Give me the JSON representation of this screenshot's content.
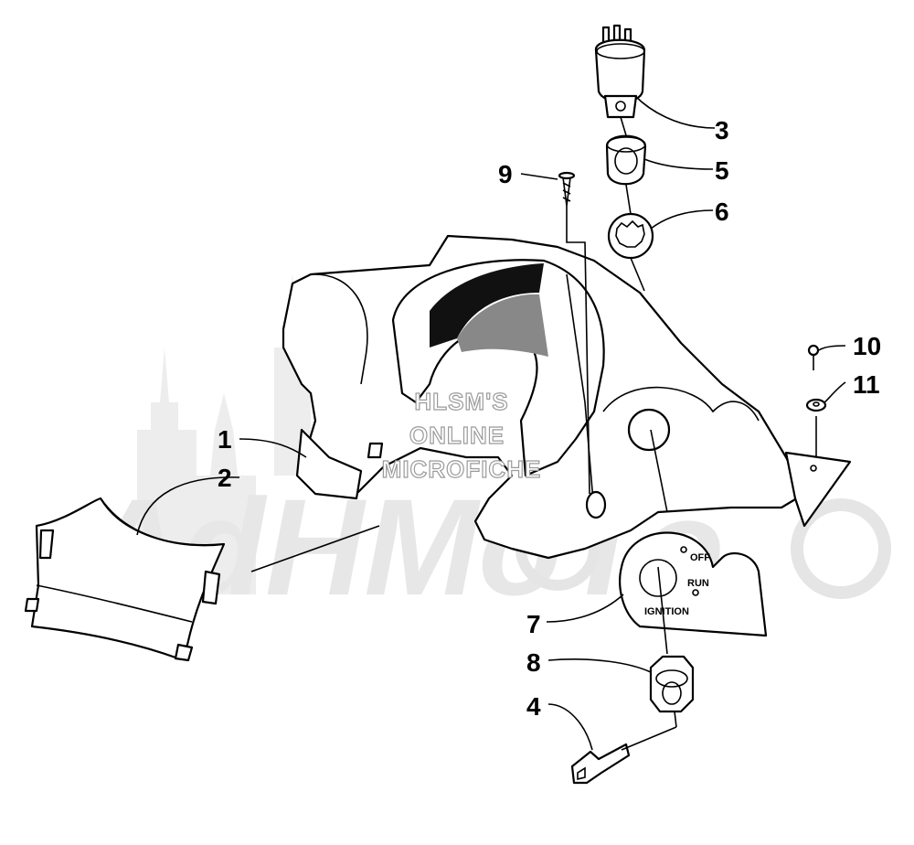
{
  "watermark": {
    "lines": [
      "HLSM'S",
      "ONLINE",
      "MICROFICHE"
    ]
  },
  "ignition_panel": {
    "off_label": "OFF",
    "run_label": "RUN",
    "ignition_label": "IGNITION"
  },
  "callouts": [
    {
      "id": "1",
      "label": "1"
    },
    {
      "id": "2",
      "label": "2"
    },
    {
      "id": "3",
      "label": "3"
    },
    {
      "id": "4",
      "label": "4"
    },
    {
      "id": "5",
      "label": "5"
    },
    {
      "id": "6",
      "label": "6"
    },
    {
      "id": "7",
      "label": "7"
    },
    {
      "id": "8",
      "label": "8"
    },
    {
      "id": "9",
      "label": "9"
    },
    {
      "id": "10",
      "label": "10"
    },
    {
      "id": "11",
      "label": "11"
    }
  ]
}
